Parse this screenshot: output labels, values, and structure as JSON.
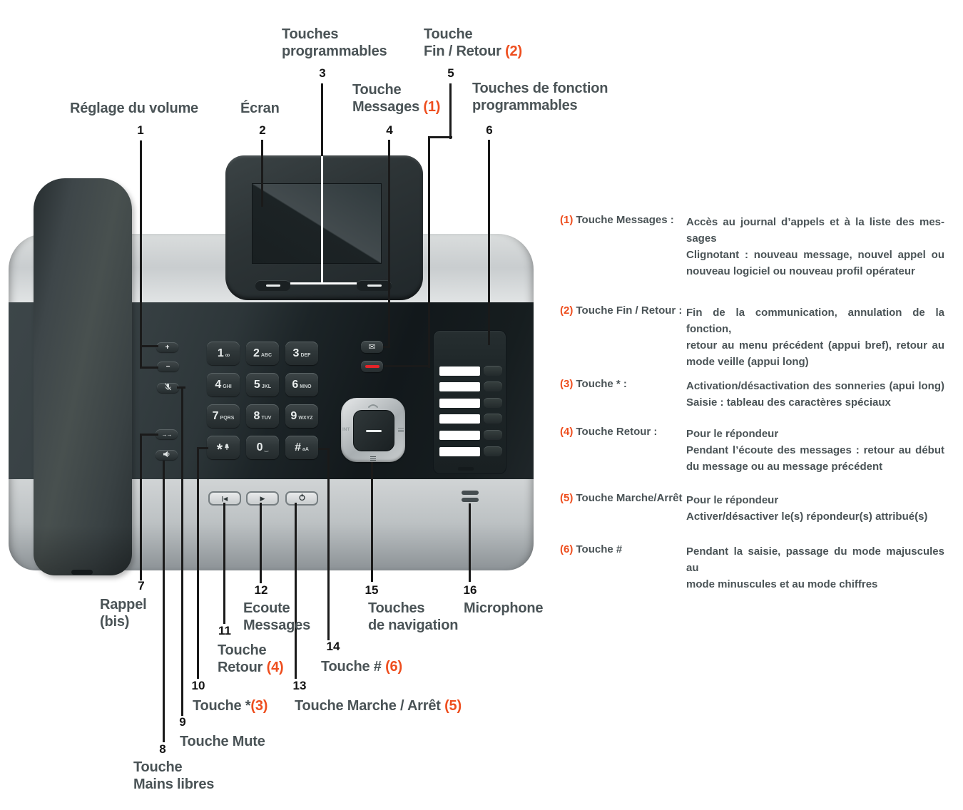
{
  "colors": {
    "accent_orange": "#ee4e1e",
    "label_text": "#4a5356",
    "callout_line": "#1a1a1a",
    "phone_dark_band": "#161d1f",
    "body_silver": "#c9cdcf",
    "key_dark": "#2b3234",
    "red_key": "#e62429",
    "function_label_strip": "#ffffff"
  },
  "callout_numbers": [
    {
      "n": "1"
    },
    {
      "n": "2"
    },
    {
      "n": "3"
    },
    {
      "n": "4"
    },
    {
      "n": "5"
    },
    {
      "n": "6"
    },
    {
      "n": "7"
    },
    {
      "n": "8"
    },
    {
      "n": "9"
    },
    {
      "n": "10"
    },
    {
      "n": "11"
    },
    {
      "n": "12"
    },
    {
      "n": "13"
    },
    {
      "n": "14"
    },
    {
      "n": "15"
    },
    {
      "n": "16"
    }
  ],
  "callout_labels": [
    {
      "name": "reglage-volume",
      "lines": [
        [
          {
            "t": "Réglage du volume"
          }
        ]
      ]
    },
    {
      "name": "ecran",
      "lines": [
        [
          {
            "t": "Écran"
          }
        ]
      ]
    },
    {
      "name": "touches-programmables",
      "lines": [
        [
          {
            "t": "Touches"
          }
        ],
        [
          {
            "t": "programmables"
          }
        ]
      ]
    },
    {
      "name": "touche-messages",
      "lines": [
        [
          {
            "t": "Touche"
          }
        ],
        [
          {
            "t": "Messages "
          },
          {
            "t": "(1)",
            "o": true
          }
        ]
      ]
    },
    {
      "name": "touche-fin-retour",
      "lines": [
        [
          {
            "t": "Touche"
          }
        ],
        [
          {
            "t": "Fin / Retour "
          },
          {
            "t": "(2)",
            "o": true
          }
        ]
      ]
    },
    {
      "name": "touches-fonction",
      "lines": [
        [
          {
            "t": "Touches de fonction"
          }
        ],
        [
          {
            "t": "programmables"
          }
        ]
      ]
    },
    {
      "name": "rappel-bis",
      "lines": [
        [
          {
            "t": "Rappel"
          }
        ],
        [
          {
            "t": "(bis)"
          }
        ]
      ]
    },
    {
      "name": "ecoute-messages",
      "lines": [
        [
          {
            "t": "Ecoute"
          }
        ],
        [
          {
            "t": "Messages"
          }
        ]
      ]
    },
    {
      "name": "touches-navigation",
      "lines": [
        [
          {
            "t": "Touches"
          }
        ],
        [
          {
            "t": "de navigation"
          }
        ]
      ]
    },
    {
      "name": "microphone",
      "lines": [
        [
          {
            "t": "Microphone"
          }
        ]
      ]
    },
    {
      "name": "touche-retour",
      "lines": [
        [
          {
            "t": "Touche"
          }
        ],
        [
          {
            "t": "Retour "
          },
          {
            "t": "(4)",
            "o": true
          }
        ]
      ]
    },
    {
      "name": "touche-diese",
      "lines": [
        [
          {
            "t": "Touche # "
          },
          {
            "t": "(6)",
            "o": true
          }
        ]
      ]
    },
    {
      "name": "touche-etoile",
      "lines": [
        [
          {
            "t": "Touche *"
          },
          {
            "t": "(3)",
            "o": true
          }
        ]
      ]
    },
    {
      "name": "touche-marche-arret",
      "lines": [
        [
          {
            "t": "Touche Marche / Arrêt "
          },
          {
            "t": "(5)",
            "o": true
          }
        ]
      ]
    },
    {
      "name": "touche-mute",
      "lines": [
        [
          {
            "t": "Touche Mute"
          }
        ]
      ]
    },
    {
      "name": "touche-mains-libres",
      "lines": [
        [
          {
            "t": "Touche"
          }
        ],
        [
          {
            "t": "Mains libres"
          }
        ]
      ]
    }
  ],
  "legend": [
    {
      "num": "(1)",
      "term": "Touche Messages :",
      "lines": [
        {
          "t": "Accès au journal d’appels et à la liste des mes-",
          "j": true
        },
        {
          "t": "sages"
        },
        {
          "t": "Clignotant : nouveau message, nouvel appel ou",
          "j": true
        },
        {
          "t": "nouveau logiciel ou nouveau profil opérateur"
        }
      ]
    },
    {
      "num": "(2)",
      "term": "Touche Fin / Retour :",
      "lines": [
        {
          "t": "Fin de la communication, annulation de la fonction,",
          "j": true
        },
        {
          "t": "retour au menu précédent (appui bref), retour au",
          "j": true
        },
        {
          "t": "mode veille (appui long)"
        }
      ]
    },
    {
      "num": "(3)",
      "term": "Touche * :",
      "lines": [
        {
          "t": "Activation/désactivation des sonneries (apui long)",
          "j": true
        },
        {
          "t": "Saisie : tableau des caractères spéciaux"
        }
      ]
    },
    {
      "num": "(4)",
      "term": "Touche Retour :",
      "lines": [
        {
          "t": "Pour le répondeur"
        },
        {
          "t": "Pendant l’écoute des messages : retour au début",
          "j": true
        },
        {
          "t": "du message ou au message précédent"
        }
      ]
    },
    {
      "num": "(5)",
      "term": "Touche Marche/Arrêt",
      "lines": [
        {
          "t": "Pour le répondeur"
        },
        {
          "t": "Activer/désactiver le(s) répondeur(s) attribué(s)"
        }
      ]
    },
    {
      "num": "(6)",
      "term": "Touche #",
      "lines": [
        {
          "t": "Pendant la saisie, passage du mode majuscules au",
          "j": true
        },
        {
          "t": "mode minuscules et au mode chiffres"
        }
      ]
    }
  ],
  "phone": {
    "keypad": [
      {
        "d": "1",
        "sub": "oo",
        "icon": "voicemail-icon"
      },
      {
        "d": "2",
        "sub": "ABC"
      },
      {
        "d": "3",
        "sub": "DEF"
      },
      {
        "d": "4",
        "sub": "GHI"
      },
      {
        "d": "5",
        "sub": "JKL"
      },
      {
        "d": "6",
        "sub": "MNO"
      },
      {
        "d": "7",
        "sub": "PQRS"
      },
      {
        "d": "8",
        "sub": "TUV"
      },
      {
        "d": "9",
        "sub": "WXYZ"
      },
      {
        "d": "*",
        "sub": "",
        "icon": "bell-icon"
      },
      {
        "d": "0",
        "sub": "‿"
      },
      {
        "d": "#",
        "sub": "aA"
      }
    ],
    "left_keys": [
      {
        "id": "volume-plus-key",
        "glyph": "+"
      },
      {
        "id": "volume-minus-key",
        "glyph": "−"
      },
      {
        "id": "mute-key",
        "icon": "mic-mute-icon"
      },
      {
        "id": "redial-key",
        "glyph": "→→"
      },
      {
        "id": "handsfree-key",
        "icon": "speaker-icon"
      }
    ],
    "playback_keys": [
      {
        "id": "skip-back-key",
        "glyph": "|◀"
      },
      {
        "id": "play-key",
        "glyph": "▶"
      },
      {
        "id": "answering-machine-on-off-key",
        "icon": "power-icon"
      }
    ],
    "nav": {
      "int_label": "INT"
    },
    "function_keys_count": 6
  }
}
